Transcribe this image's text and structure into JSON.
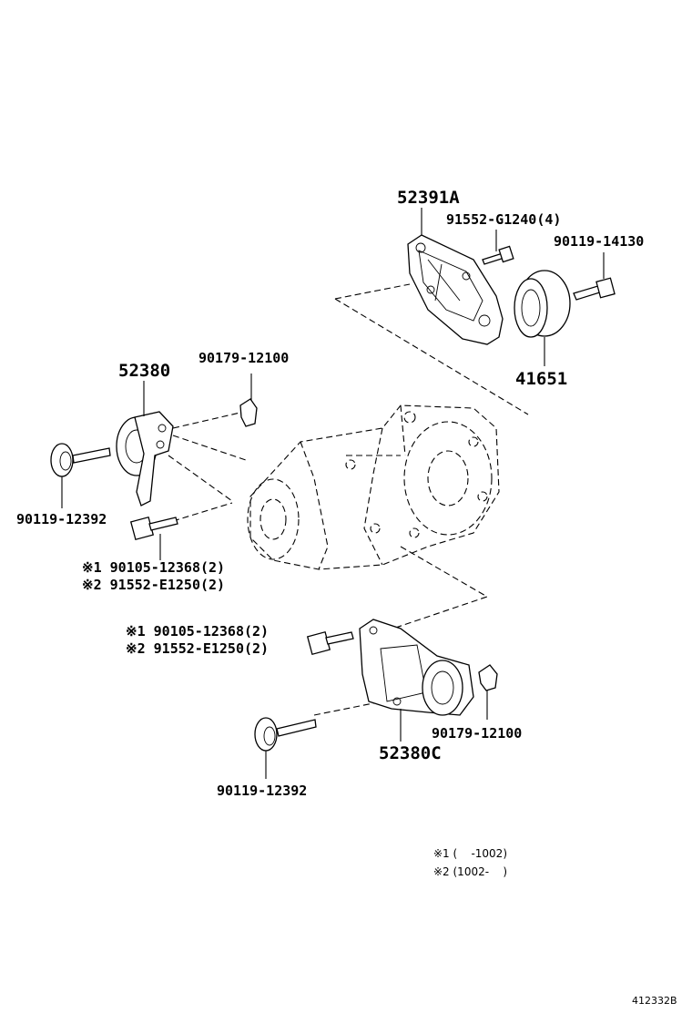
{
  "parts": {
    "bracket_top": "52391A",
    "bolt_g1240": "91552-G1240(4)",
    "bolt_14130": "90119-14130",
    "damper_41651": "41651",
    "cushion_52380": "52380",
    "clip_upper": "90179-12100",
    "bolt_upper_12392": "90119-12392",
    "upper_alt1": "※1 90105-12368(2)",
    "upper_alt2": "※2 91552-E1250(2)",
    "lower_alt1": "※1 90105-12368(2)",
    "lower_alt2": "※2 91552-E1250(2)",
    "clip_lower": "90179-12100",
    "cushion_52380c": "52380C",
    "bolt_lower_12392": "90119-12392"
  },
  "notes": {
    "note1": "※1 (    -1002)",
    "note2": "※2 (1002-    )"
  },
  "figure_id": "412332B"
}
